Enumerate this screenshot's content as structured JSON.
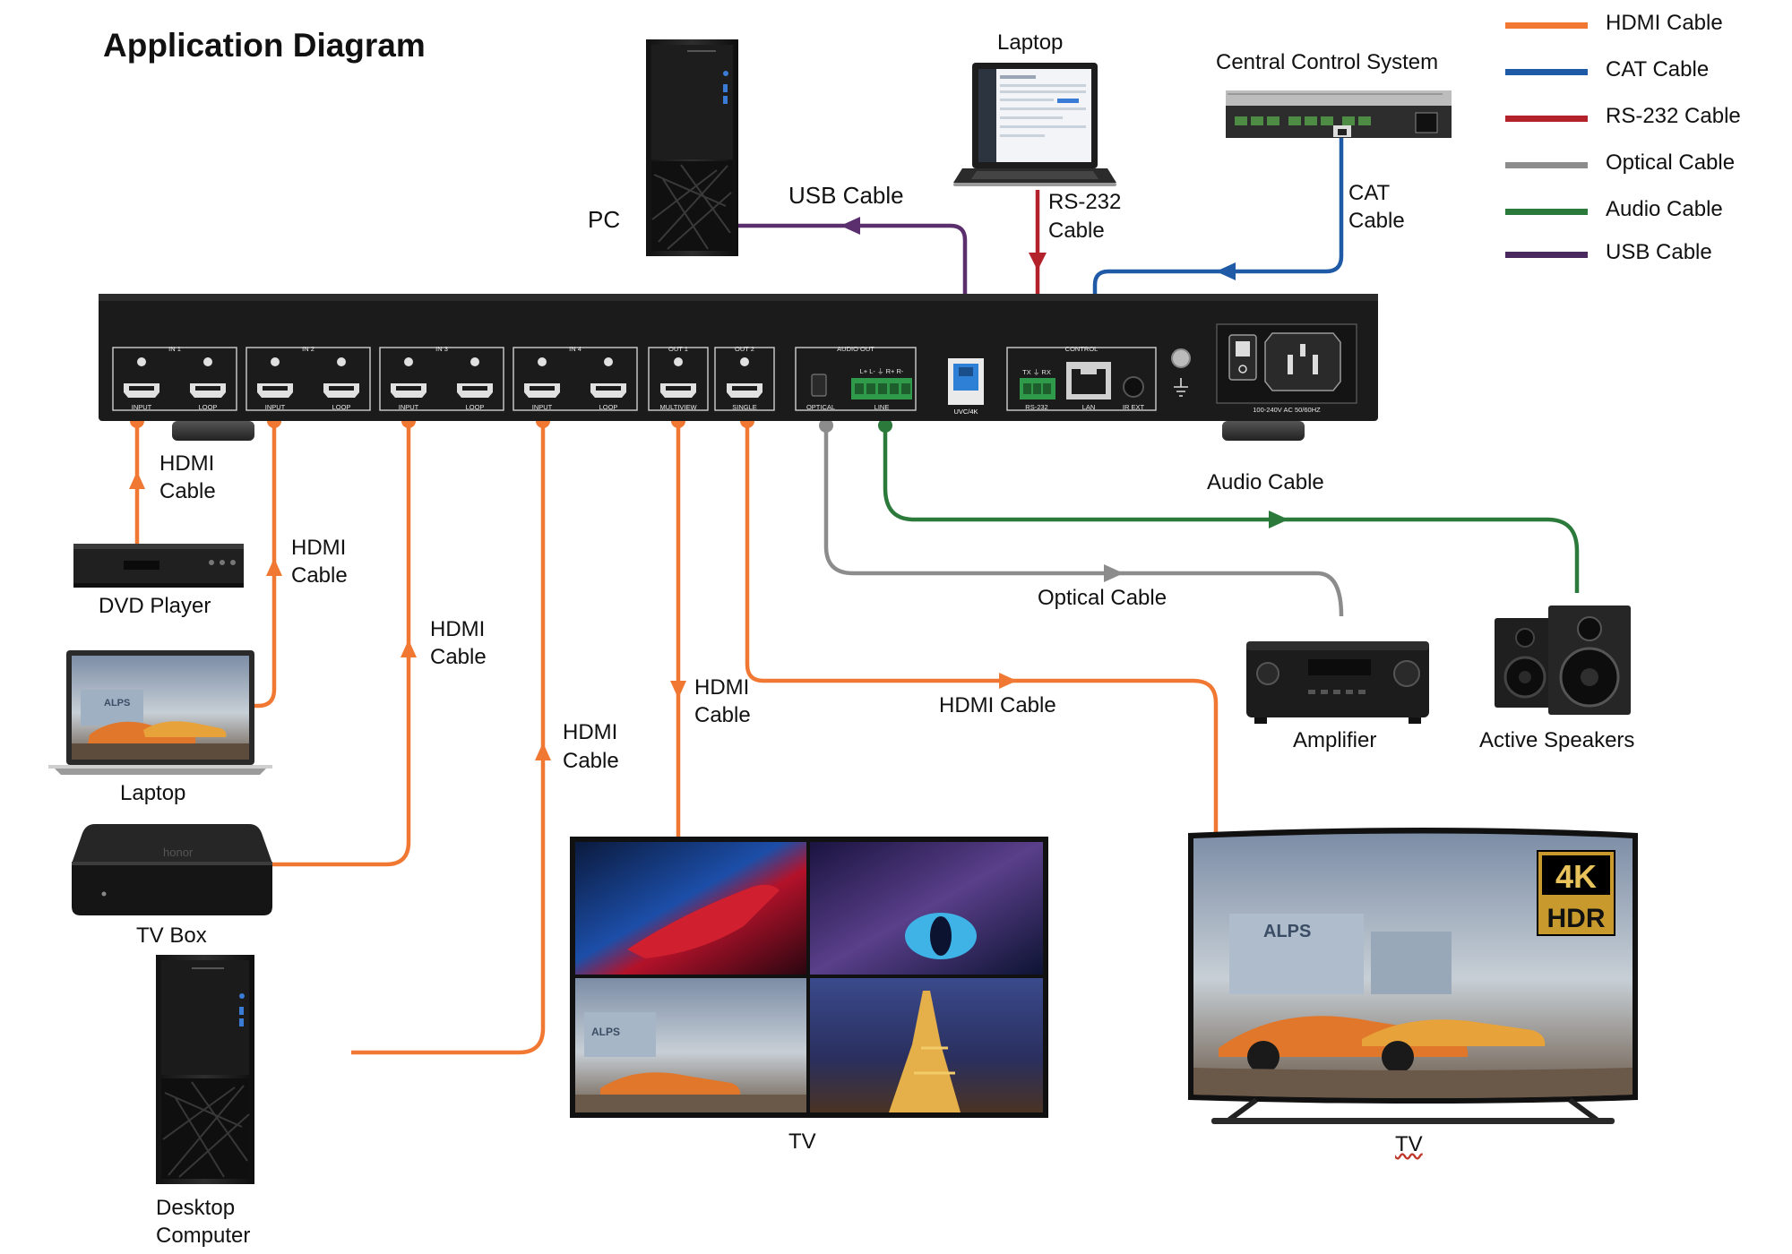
{
  "title": "Application Diagram",
  "legend": [
    {
      "label": "HDMI Cable",
      "color": "#f07832"
    },
    {
      "label": "CAT Cable",
      "color": "#1f5aa6"
    },
    {
      "label": "RS-232 Cable",
      "color": "#b3212b"
    },
    {
      "label": "Optical Cable",
      "color": "#8c8c8c"
    },
    {
      "label": "Audio Cable",
      "color": "#2b7a3b"
    },
    {
      "label": "USB Cable",
      "color": "#4a2a5e"
    }
  ],
  "devices": {
    "pc": "PC",
    "laptop_top": "Laptop",
    "central_control": "Central Control System",
    "dvd_player": "DVD Player",
    "laptop_left": "Laptop",
    "tv_box": "TV Box",
    "desktop_line1": "Desktop",
    "desktop_line2": "Computer",
    "amplifier": "Amplifier",
    "active_speakers": "Active Speakers",
    "tv_multiview": "TV",
    "tv_single": "TV"
  },
  "cables": {
    "usb": "USB Cable",
    "rs232_line1": "RS-232",
    "rs232_line2": "Cable",
    "cat_line1": "CAT",
    "cat_line2": "Cable",
    "hdmi_line1": "HDMI",
    "hdmi_line2": "Cable",
    "hdmi_single": "HDMI Cable",
    "audio": "Audio Cable",
    "optical": "Optical Cable"
  },
  "panel": {
    "groups": [
      "IN 1",
      "IN 2",
      "IN 3",
      "IN 4",
      "OUT 1",
      "OUT 2",
      "AUDIO OUT",
      "CONTROL"
    ],
    "port_labels": [
      "INPUT",
      "LOOP",
      "INPUT",
      "LOOP",
      "INPUT",
      "LOOP",
      "INPUT",
      "LOOP",
      "MULTIVIEW",
      "SINGLE"
    ],
    "optical": "OPTICAL",
    "line": "LINE",
    "line_pins": "L+  L-  ⏚  R+  R-",
    "uvc": "UVC/4K",
    "txrx": "TX  ⏚  RX",
    "rs232": "RS-232",
    "lan": "LAN",
    "irext": "IR EXT",
    "power": "100-240V AC 50/60HZ"
  },
  "badges": {
    "k4": "4K",
    "hdr": "HDR"
  },
  "scene_text": {
    "alps": "ALPS",
    "honor": "honor"
  }
}
